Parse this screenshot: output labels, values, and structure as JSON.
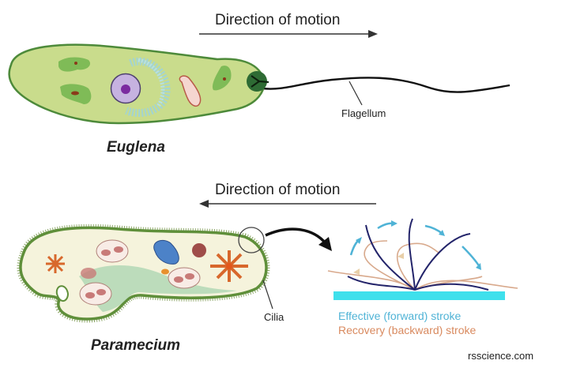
{
  "euglena": {
    "direction_label": "Direction of motion",
    "direction": "right",
    "name": "Euglena",
    "flagellum_label": "Flagellum"
  },
  "paramecium": {
    "direction_label": "Direction of motion",
    "direction": "left",
    "name": "Paramecium",
    "cilia_label": "Cilia"
  },
  "cilia_detail": {
    "legend": [
      {
        "label": "Effective (forward) stroke",
        "color": "#4fb3d6"
      },
      {
        "label": "Recovery (backward) stroke",
        "color": "#d98a5f"
      }
    ],
    "surface_color": "#3fe0ec"
  },
  "credit": "rsscience.com",
  "colors": {
    "cell_fill": "#c9dc8c",
    "cell_outline": "#4d8a3a",
    "chloroplast": "#6db34a",
    "nucleus": "#c6b2e0",
    "paramecium_fill": "#f5f3dc",
    "cilia_stroke_dark": "#23246a"
  }
}
